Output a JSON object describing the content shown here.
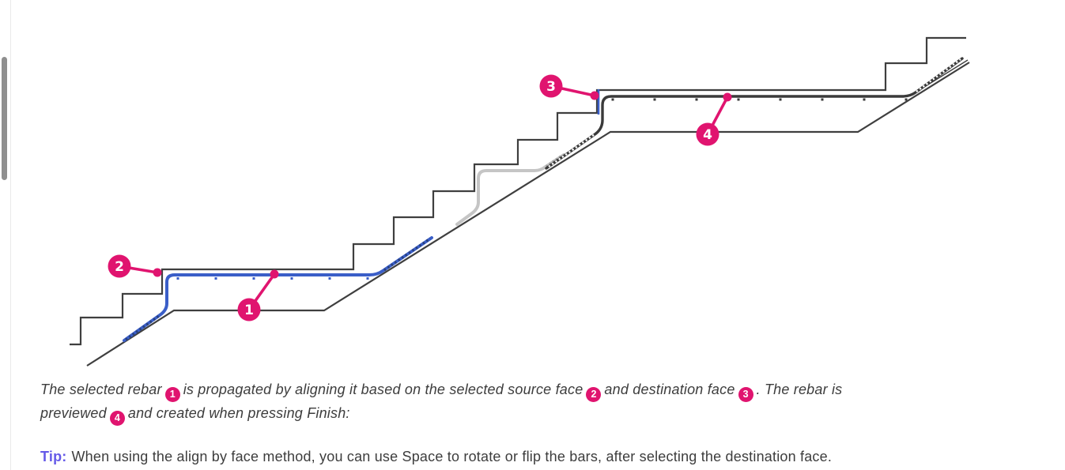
{
  "diagram": {
    "description": "Side section of a concrete stair with two landings showing rebar propagation",
    "markers": [
      {
        "label": "1",
        "meaning": "selected rebar"
      },
      {
        "label": "2",
        "meaning": "selected source face"
      },
      {
        "label": "3",
        "meaning": "destination face"
      },
      {
        "label": "4",
        "meaning": "previewed rebar"
      }
    ],
    "colors": {
      "marker_pink": "#e0146f",
      "selected_rebar_blue": "#3a5ec8",
      "preview_rebar_dark": "#3a3a3a",
      "ghost_rebar_gray": "#c5c5c5",
      "outline": "#3f3f3f"
    }
  },
  "caption": {
    "line1": {
      "t1": "The selected rebar",
      "b1": "1",
      "t2": "is propagated by aligning it based on the selected source face",
      "b2": "2",
      "t3": "and destination face",
      "b3": "3",
      "t4": ". The rebar is"
    },
    "line2": {
      "t1": "previewed",
      "b1": "4",
      "t2": "and created when pressing Finish:"
    }
  },
  "tip": {
    "label": "Tip:",
    "text": "When using the align by face method, you can use Space to rotate or flip the bars, after selecting the destination face."
  }
}
